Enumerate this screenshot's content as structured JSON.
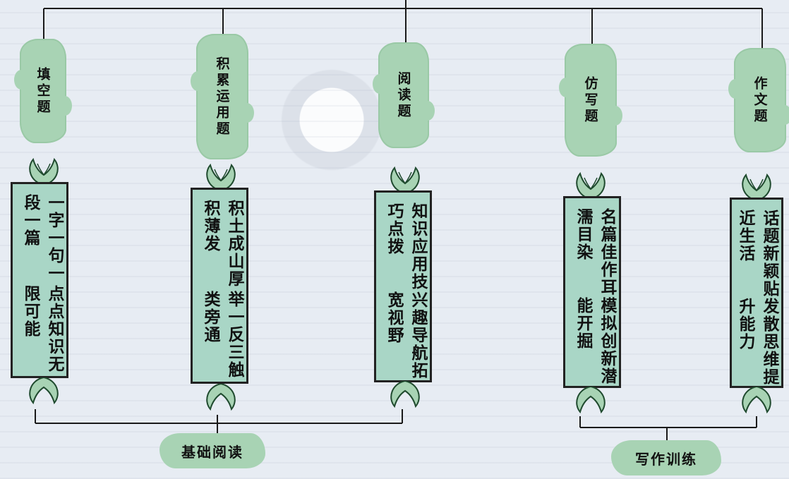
{
  "categories": [
    {
      "title": "填空题",
      "content": [
        "一字一句一段一篇",
        "点点知识无限可能"
      ]
    },
    {
      "title": "积累运用题",
      "content": [
        "积土成山厚积薄发",
        "举一反三触类旁通"
      ]
    },
    {
      "title": "阅读题",
      "content": [
        "知识应用技巧点拨",
        "兴趣导航拓宽视野"
      ]
    },
    {
      "title": "仿写题",
      "content": [
        "名篇佳作耳濡目染",
        "模拟创新潜能开掘"
      ]
    },
    {
      "title": "作文题",
      "content": [
        "话题新颖贴近生活",
        "发散思维提升能力"
      ]
    }
  ],
  "groups": {
    "basic_reading": "基础阅读",
    "writing_training": "写作训练"
  }
}
